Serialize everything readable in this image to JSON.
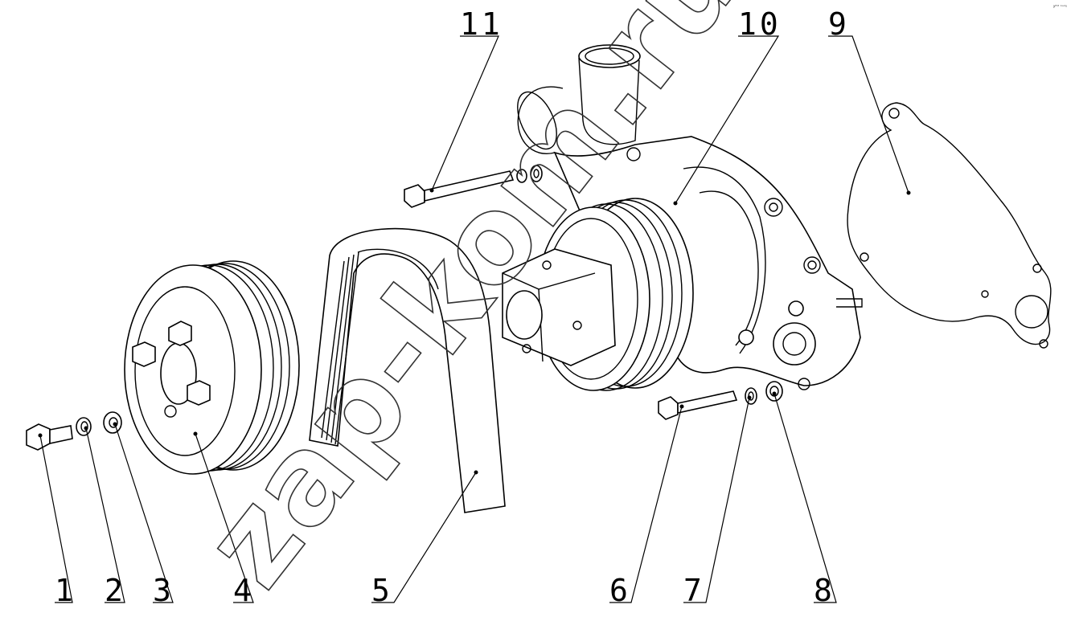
{
  "diagram": {
    "labels": [
      "1",
      "2",
      "3",
      "4",
      "5",
      "6",
      "7",
      "8",
      "9",
      "10",
      "11"
    ],
    "watermark": "zap-kom.ru",
    "corner_mark": "𝔡ᴿᴹ ᵇᵃᵈᵍ"
  }
}
